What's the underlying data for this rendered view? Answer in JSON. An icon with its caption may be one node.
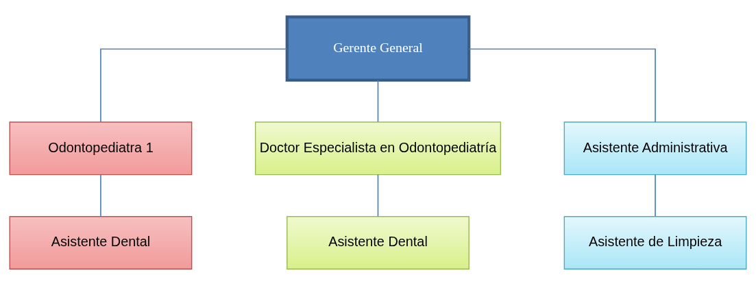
{
  "diagram": {
    "nodes": [
      {
        "text": [
          "Gerente General"
        ]
      },
      {
        "text": [
          "Odontopediatra 1"
        ]
      },
      {
        "text": [
          "Doctor Especialista en Odontopediatría"
        ]
      },
      {
        "text": [
          "Asistente Administrativa"
        ]
      },
      {
        "text": [
          "Asistente Dental"
        ]
      },
      {
        "text": [
          "Asistente Dental"
        ]
      },
      {
        "text": [
          "Asistente de Limpieza"
        ]
      }
    ],
    "edges": [
      {
        "from": 0,
        "to": 1,
        "arrow": "none"
      },
      {
        "from": 0,
        "to": 2,
        "arrow": "none"
      },
      {
        "from": 0,
        "to": 3,
        "arrow": "none"
      },
      {
        "from": 1,
        "to": 4,
        "arrow": "none"
      },
      {
        "from": 2,
        "to": 5,
        "arrow": "none"
      },
      {
        "from": 3,
        "to": 6,
        "arrow": "none"
      }
    ]
  }
}
